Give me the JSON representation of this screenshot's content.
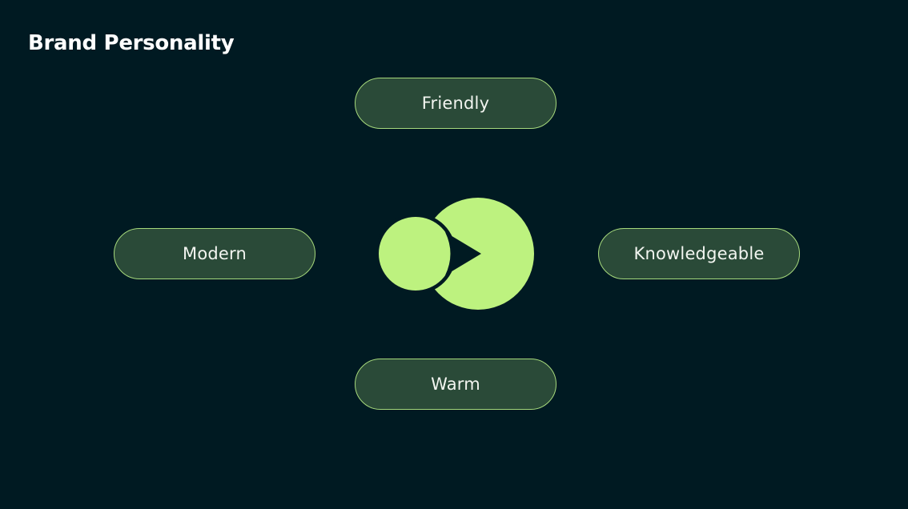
{
  "slide": {
    "title": "Brand Personality"
  },
  "traits": {
    "top": "Friendly",
    "left": "Modern",
    "right": "Knowledgeable",
    "bottom": "Warm"
  },
  "logo": {
    "icon": "play-circles-logo",
    "color": "#bdf27f"
  },
  "colors": {
    "background": "#001a22",
    "pill_fill": "#2a4a38",
    "pill_border": "#a6d97c",
    "text": "#f2f5f0",
    "accent": "#bdf27f"
  }
}
